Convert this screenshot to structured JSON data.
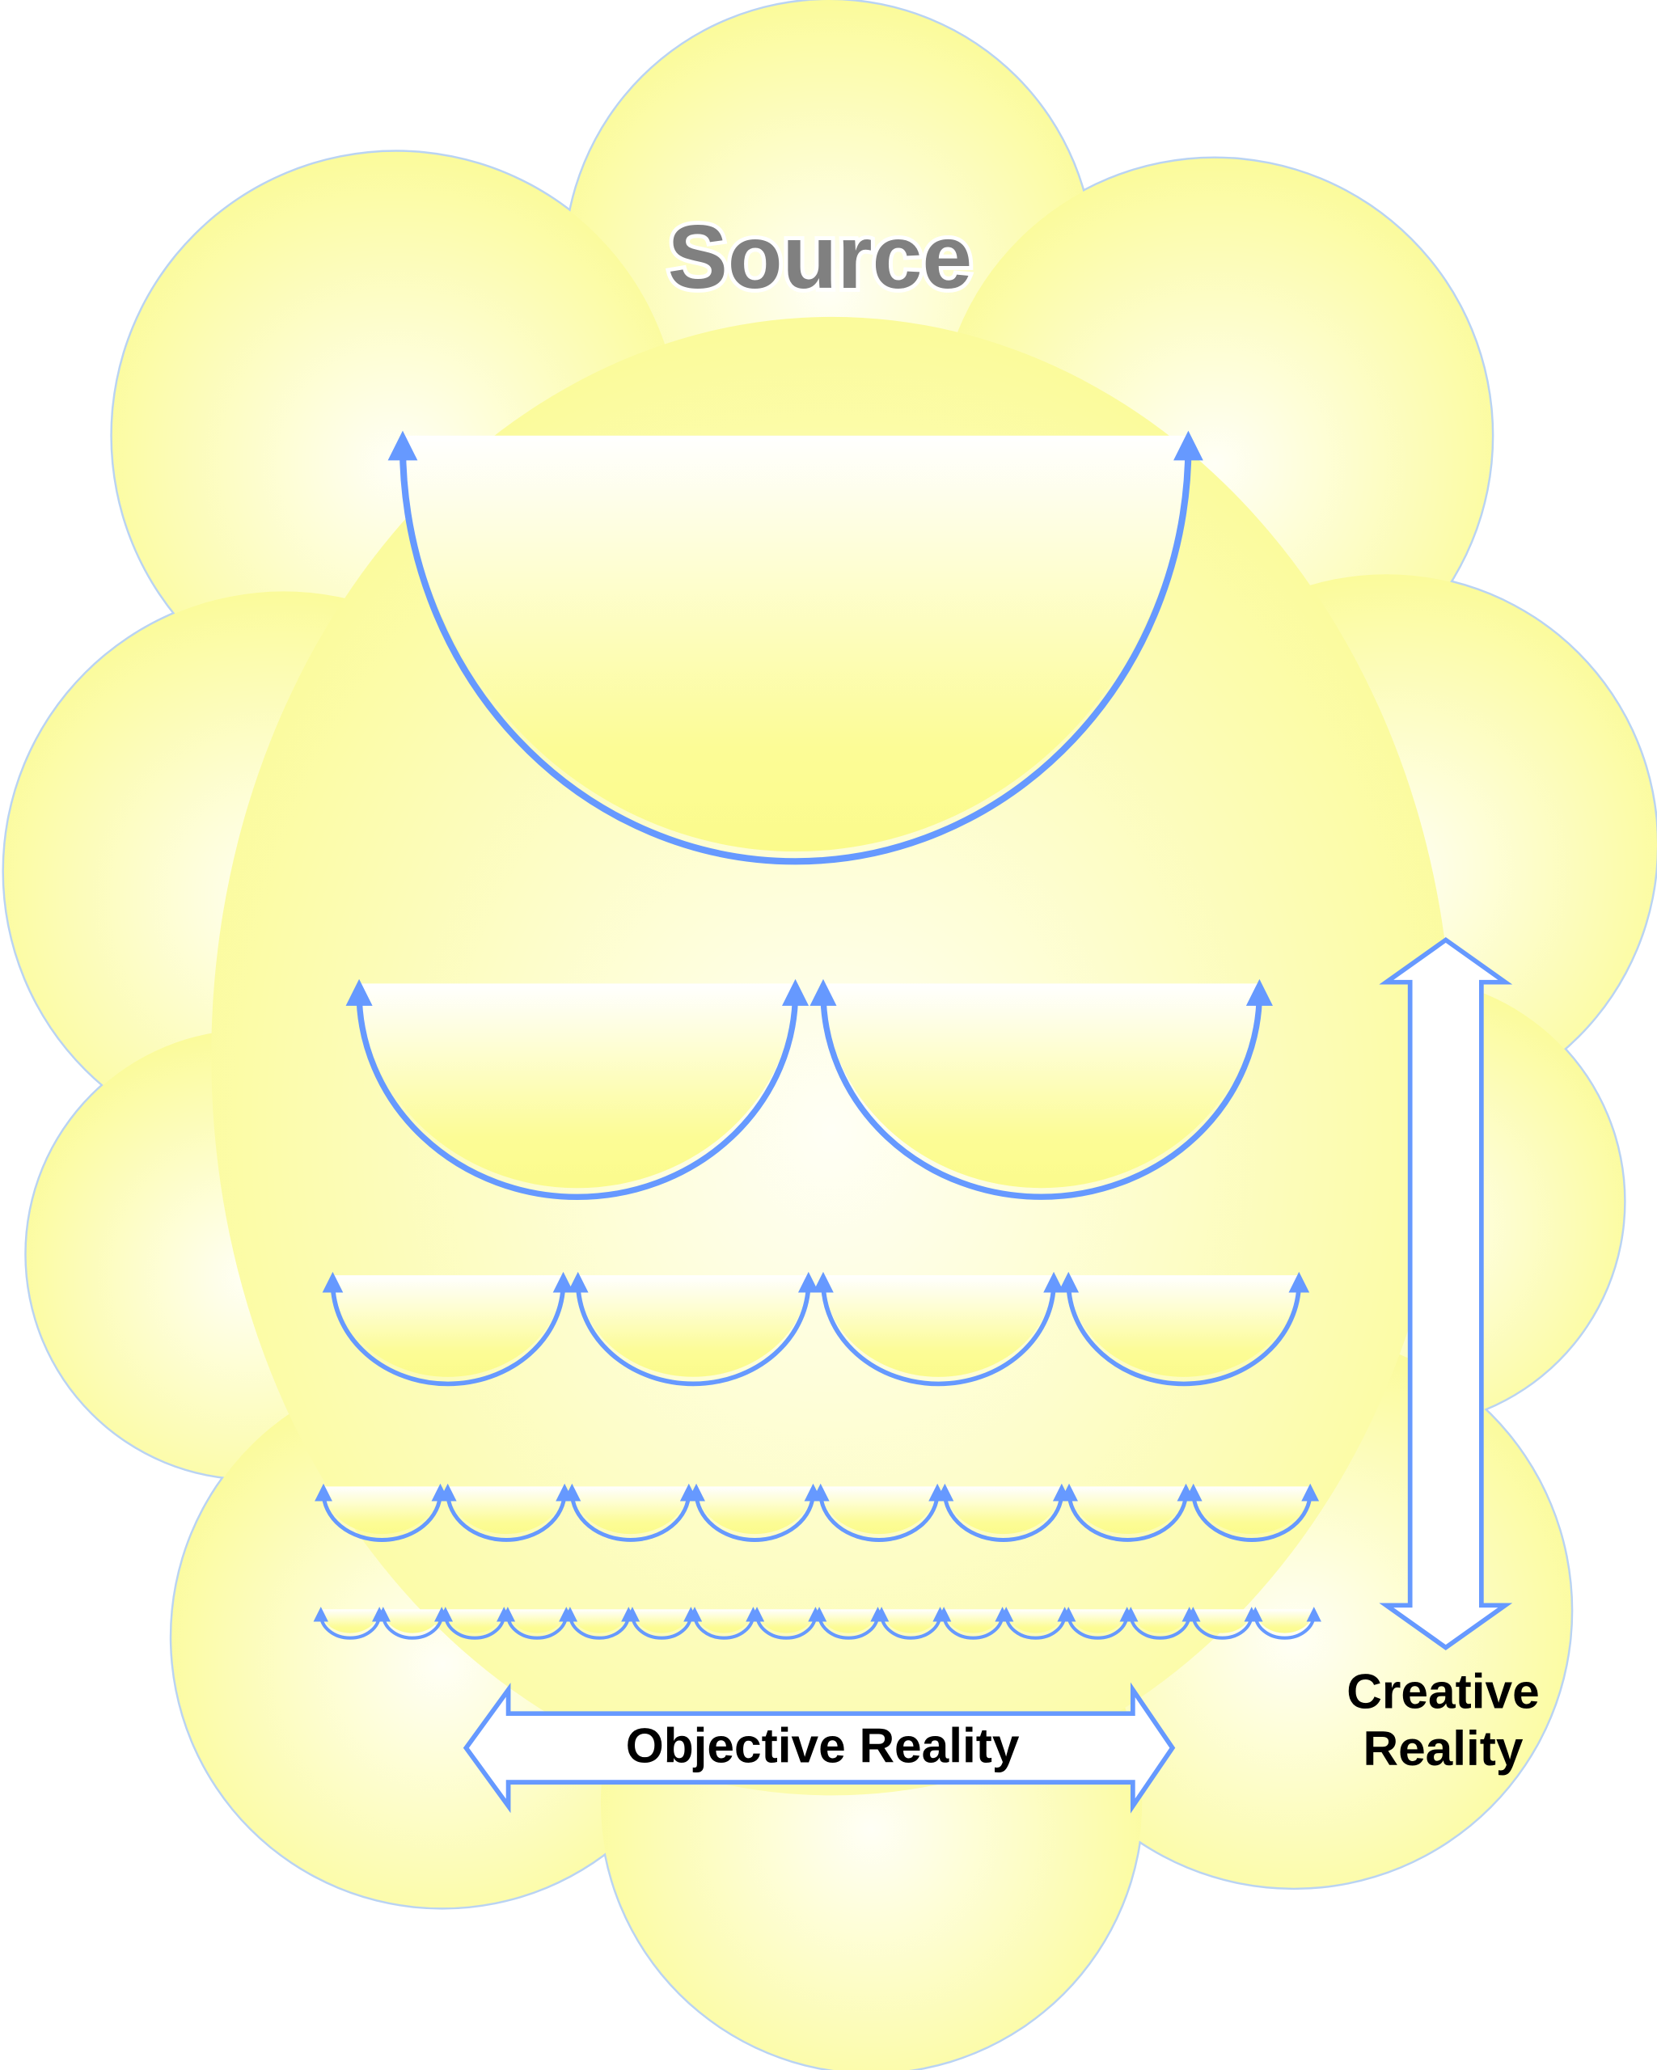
{
  "title": "Source",
  "levels": [
    1,
    2,
    4,
    8,
    16
  ],
  "labels": {
    "horizontal_arrow": "Objective Reality",
    "vertical_arrow_line1": "Creative",
    "vertical_arrow_line2": "Reality"
  },
  "colors": {
    "cloud_fill": "#fbfb9b",
    "cloud_center": "#fffff6",
    "cloud_outline": "#b9d3f3",
    "arrow_blue": "#6699ff",
    "title_gray": "#808080",
    "text_black": "#000000"
  }
}
